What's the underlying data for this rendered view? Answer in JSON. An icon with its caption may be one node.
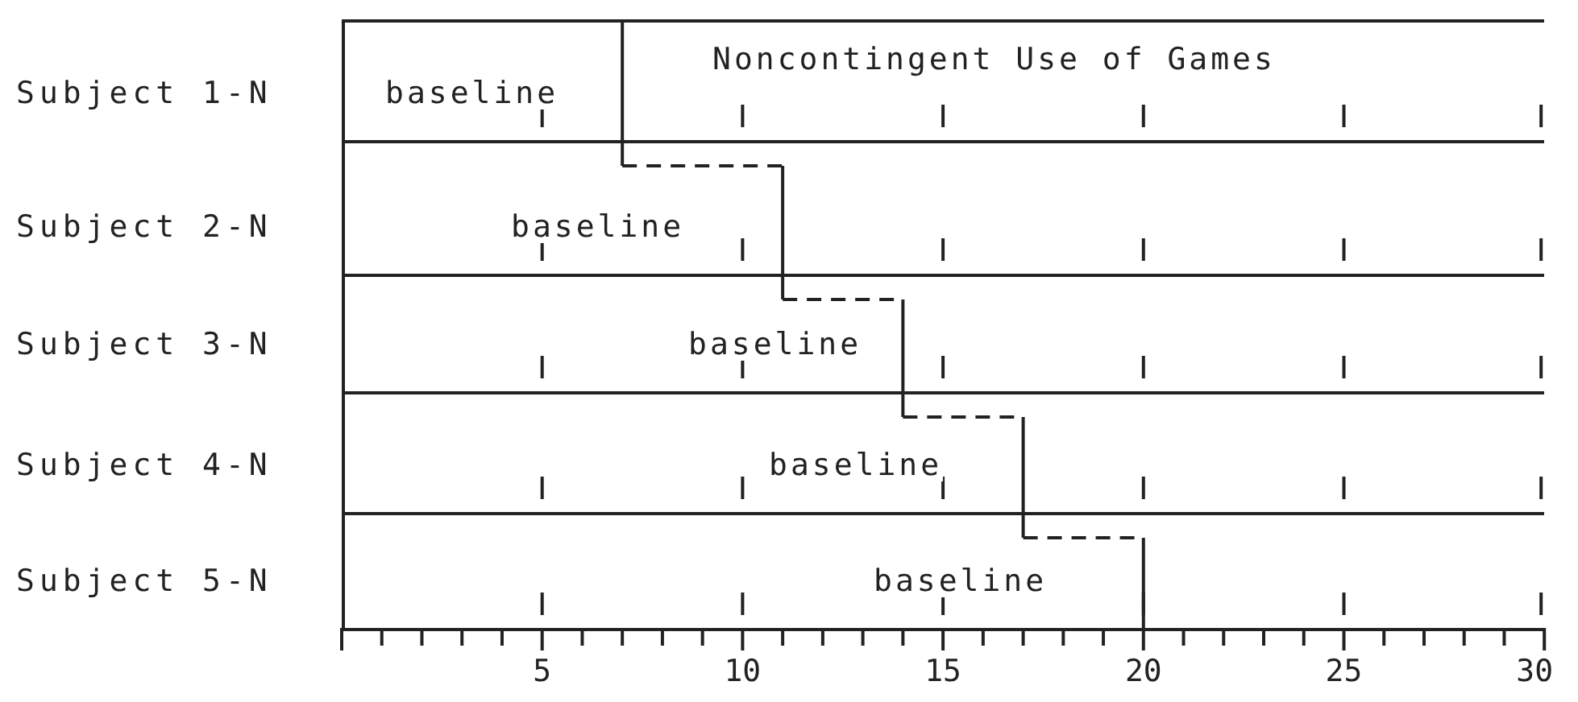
{
  "diagram": {
    "nodes": [
      {
        "text": [
          "Noncontingent Use of Games",
          "baseline"
        ],
        "beside": [
          "Subject 1-N"
        ]
      },
      {
        "text": [
          "baseline"
        ],
        "beside": [
          "Subject 2-N"
        ]
      },
      {
        "text": [
          "baseline"
        ],
        "beside": [
          "Subject 3-N"
        ]
      },
      {
        "text": [
          "baseline"
        ],
        "beside": [
          "Subject 4-N"
        ]
      },
      {
        "text": [
          "baseline"
        ],
        "beside": [
          "Subject 5-N"
        ]
      }
    ],
    "labels": [
      "5",
      "10",
      "15",
      "20",
      "25",
      "30"
    ]
  }
}
